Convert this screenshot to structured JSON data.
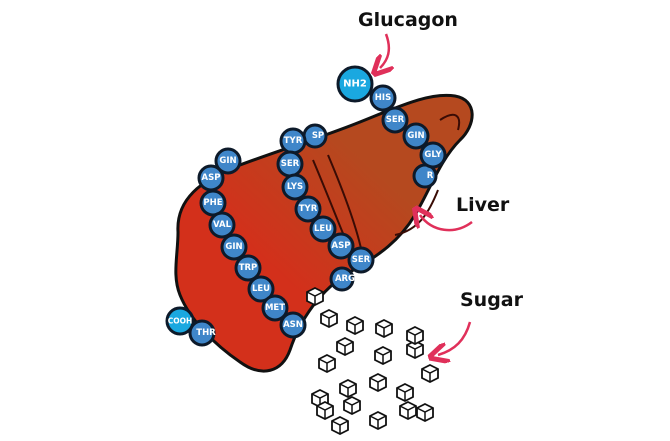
{
  "labels": {
    "glucagon": "Glucagon",
    "liver": "Liver",
    "sugar": "Sugar"
  },
  "chain": {
    "n_terminus": "NH2",
    "c_terminus": "COOH",
    "segment1": [
      "HIS",
      "SER",
      "GIN",
      "GLY",
      "R"
    ],
    "segment2": [
      "SP",
      "TYR",
      "SER",
      "LYS",
      "TYR",
      "LEU",
      "ASP",
      "SER",
      "ARG"
    ],
    "segment3": [
      "GIN",
      "ASP",
      "PHE",
      "VAL",
      "GIN",
      "TRP",
      "LEU",
      "MET",
      "ASN"
    ],
    "segment4": [
      "THR"
    ]
  },
  "colors": {
    "liver_red": "#d3301b",
    "liver_brown": "#b5491f",
    "bead": "#3f86c9",
    "terminus": "#1aa8e0",
    "arrow": "#e0305a"
  }
}
